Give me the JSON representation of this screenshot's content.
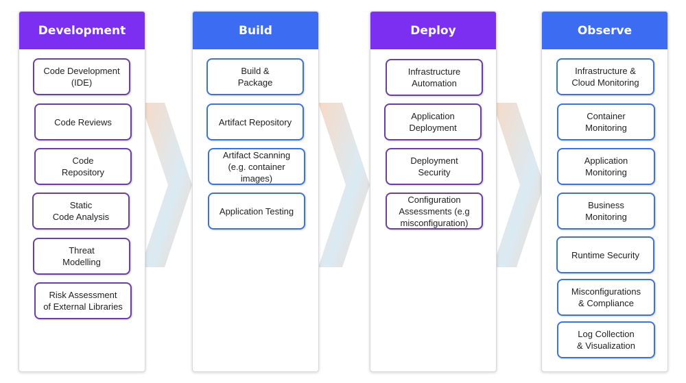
{
  "colors": {
    "development_header": "#7c2ff0",
    "build_header": "#3b6cf2",
    "deploy_header": "#7c2ff0",
    "observe_header": "#3b6cf2",
    "purple_border": "#6b3fa0",
    "blue_border": "#3d73d4"
  },
  "stages": [
    {
      "title": "Development",
      "items": [
        "Code Development\n(IDE)",
        "Code Reviews",
        "Code\nRepository",
        "Static\nCode Analysis",
        "Threat\nModelling",
        "Risk Assessment\nof External Libraries"
      ]
    },
    {
      "title": "Build",
      "items": [
        "Build &\nPackage",
        "Artifact Repository",
        "Artifact Scanning\n(e.g. container\nimages)",
        "Application Testing"
      ]
    },
    {
      "title": "Deploy",
      "items": [
        "Infrastructure\nAutomation",
        "Application\nDeployment",
        "Deployment\nSecurity",
        "Configuration\nAssessments (e.g\nmisconfiguration)"
      ]
    },
    {
      "title": "Observe",
      "items": [
        "Infrastructure &\nCloud Monitoring",
        "Container\nMonitoring",
        "Application\nMonitoring",
        "Business\nMonitoring",
        "Runtime Security",
        "Misconfigurations\n& Compliance",
        "Log Collection\n& Visualization"
      ]
    }
  ]
}
